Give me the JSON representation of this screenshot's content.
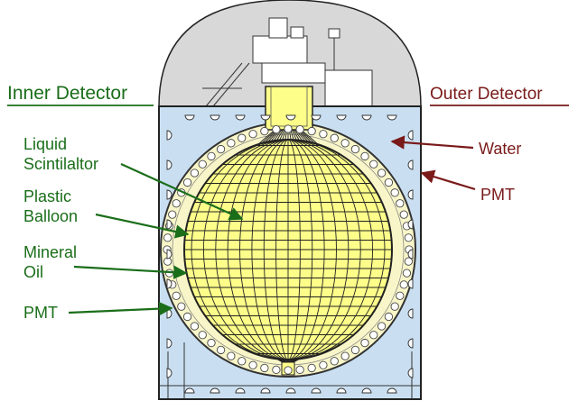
{
  "sections": {
    "inner": {
      "title": "Inner Detector",
      "color": "#1a6e1a"
    },
    "outer": {
      "title": "Outer Detector",
      "color": "#7a1a1a"
    }
  },
  "labels": {
    "liquid_scintillator_line1": "Liquid",
    "liquid_scintillator_line2": "Scintilaltor",
    "plastic_balloon_line1": "Plastic",
    "plastic_balloon_line2": "Balloon",
    "mineral_oil_line1": "Mineral",
    "mineral_oil_line2": "Oil",
    "pmt_inner": "PMT",
    "water": "Water",
    "pmt_outer": "PMT"
  },
  "colors": {
    "water": "#c9dff1",
    "mineral_oil": "#f8f6c8",
    "scintillator": "#fdfd8a",
    "dome": "#d8d8d8",
    "inner_label": "#1a6e1a",
    "outer_label": "#7a1a1a"
  },
  "icons": {
    "pmt": "photomultiplier-tube-icon"
  }
}
